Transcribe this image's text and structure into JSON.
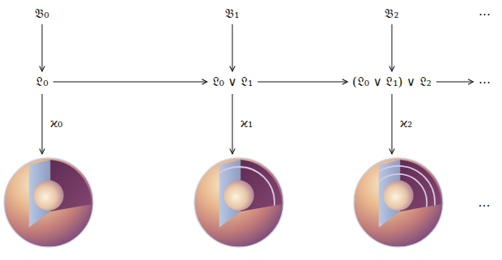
{
  "diagram": {
    "nodes": [
      {
        "text": [
          "𝔅₀"
        ]
      },
      {
        "text": [
          "𝔅₁"
        ]
      },
      {
        "text": [
          "𝔅₂"
        ]
      },
      {
        "text": [
          "𝔏₀"
        ]
      },
      {
        "text": [
          "𝔏₀ ∨ 𝔏₁"
        ]
      },
      {
        "text": [
          "(𝔏₀ ∨ 𝔏₁) ∨ 𝔏₂"
        ]
      },
      {
        "text": [
          "⋯"
        ]
      }
    ],
    "edges": [
      {
        "from": 0,
        "to": 3,
        "arrow": "to"
      },
      {
        "from": 1,
        "to": 4,
        "arrow": "to"
      },
      {
        "from": 2,
        "to": 5,
        "arrow": "to"
      },
      {
        "from": 3,
        "to": 4,
        "arrow": "to"
      },
      {
        "from": 4,
        "to": 5,
        "arrow": "to"
      },
      {
        "from": 5,
        "to": 6,
        "arrow": "to"
      }
    ],
    "labels": [
      "⋯",
      "ϰ₀",
      "ϰ₁",
      "ϰ₂",
      "…"
    ]
  }
}
